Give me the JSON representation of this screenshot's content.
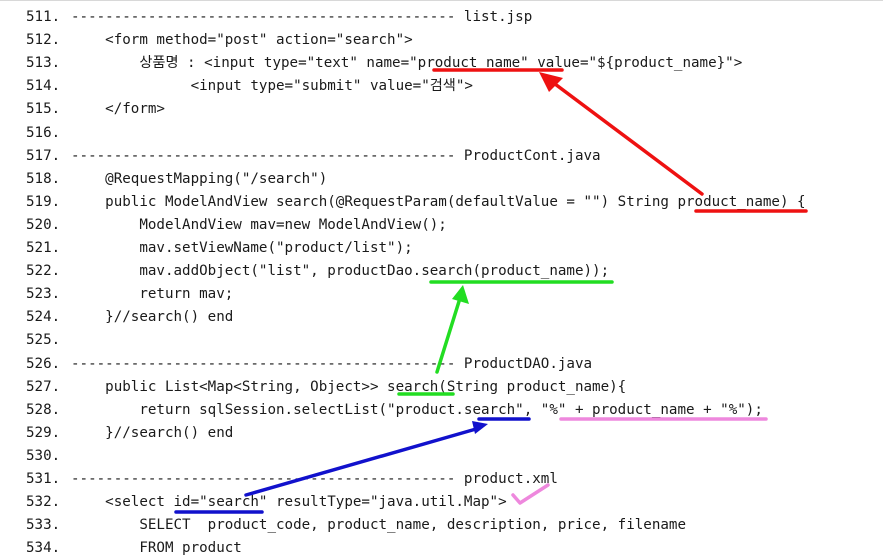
{
  "code": {
    "lines": [
      {
        "num": "511.",
        "text": "--------------------------------------------- list.jsp"
      },
      {
        "num": "512.",
        "text": "    <form method=\"post\" action=\"search\">"
      },
      {
        "num": "513.",
        "text": "        상품명 : <input type=\"text\" name=\"product_name\" value=\"${product_name}\">"
      },
      {
        "num": "514.",
        "text": "              <input type=\"submit\" value=\"검색\">"
      },
      {
        "num": "515.",
        "text": "    </form>"
      },
      {
        "num": "516.",
        "text": ""
      },
      {
        "num": "517.",
        "text": "--------------------------------------------- ProductCont.java"
      },
      {
        "num": "518.",
        "text": "    @RequestMapping(\"/search\")"
      },
      {
        "num": "519.",
        "text": "    public ModelAndView search(@RequestParam(defaultValue = \"\") String product_name) {"
      },
      {
        "num": "520.",
        "text": "        ModelAndView mav=new ModelAndView();"
      },
      {
        "num": "521.",
        "text": "        mav.setViewName(\"product/list\");"
      },
      {
        "num": "522.",
        "text": "        mav.addObject(\"list\", productDao.search(product_name));"
      },
      {
        "num": "523.",
        "text": "        return mav;"
      },
      {
        "num": "524.",
        "text": "    }//search() end"
      },
      {
        "num": "525.",
        "text": ""
      },
      {
        "num": "526.",
        "text": "--------------------------------------------- ProductDAO.java"
      },
      {
        "num": "527.",
        "text": "    public List<Map<String, Object>> search(String product_name){"
      },
      {
        "num": "528.",
        "text": "        return sqlSession.selectList(\"product.search\", \"%\" + product_name + \"%\");"
      },
      {
        "num": "529.",
        "text": "    }//search() end"
      },
      {
        "num": "530.",
        "text": ""
      },
      {
        "num": "531.",
        "text": "--------------------------------------------- product.xml"
      },
      {
        "num": "532.",
        "text": "    <select id=\"search\" resultType=\"java.util.Map\">"
      },
      {
        "num": "533.",
        "text": "        SELECT  product_code, product_name, description, price, filename"
      },
      {
        "num": "534.",
        "text": "        FROM product"
      }
    ]
  },
  "annotation_colors": {
    "red": "#ee1111",
    "green": "#22dd22",
    "blue": "#1111cc",
    "pink": "#ee88dd"
  }
}
